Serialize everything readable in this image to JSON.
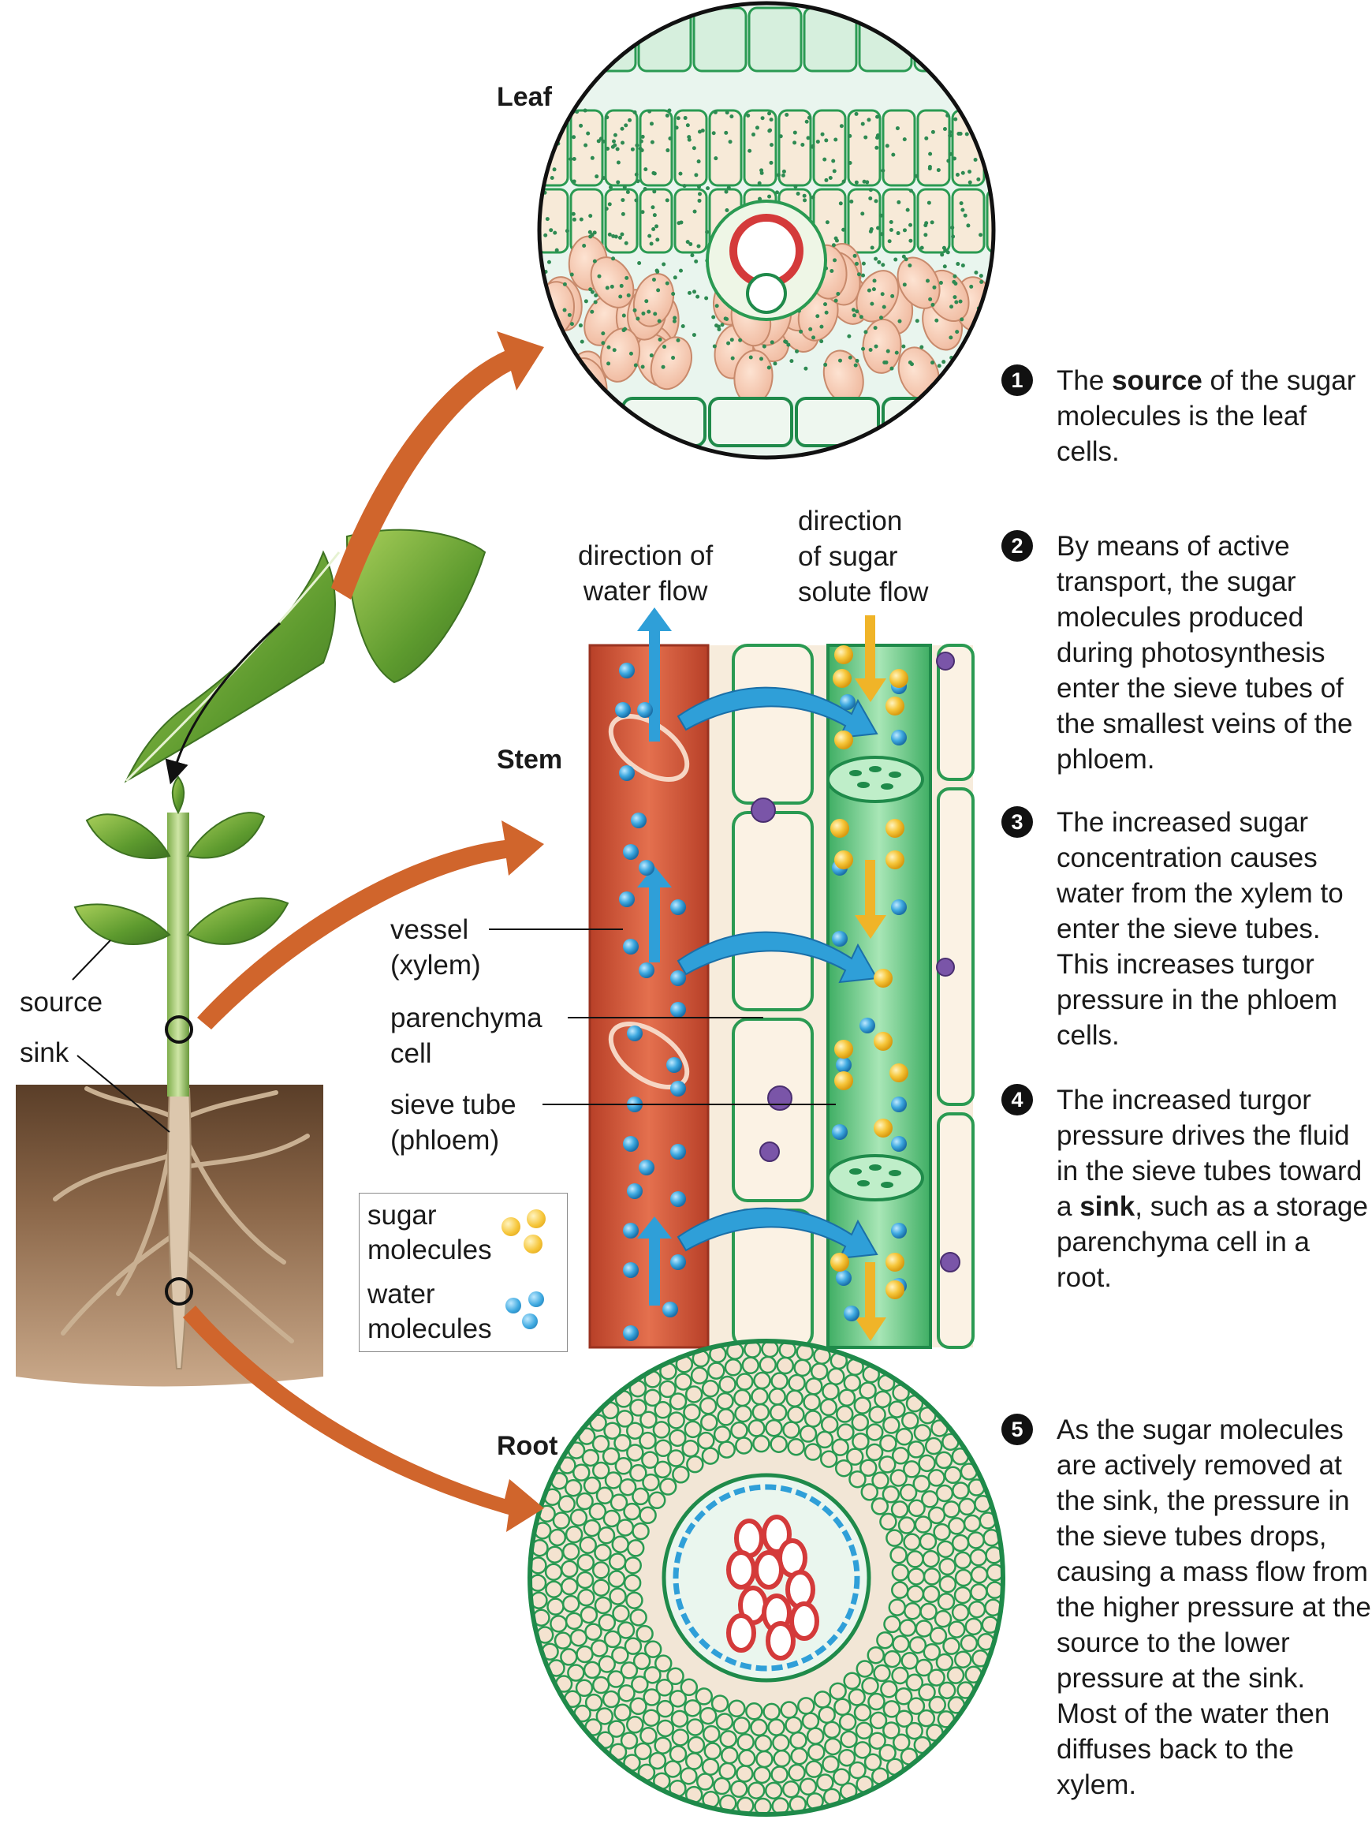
{
  "labels": {
    "leaf": "Leaf",
    "stem": "Stem",
    "root": "Root",
    "source": "source",
    "sink": "sink",
    "water_flow": [
      "direction of",
      "water flow"
    ],
    "sugar_flow": [
      "direction",
      "of sugar",
      "solute flow"
    ],
    "vessel": [
      "vessel",
      "(xylem)"
    ],
    "parenchyma": [
      "parenchyma",
      "cell"
    ],
    "sieve_tube": [
      "sieve tube",
      "(phloem)"
    ]
  },
  "key": {
    "sugar": [
      "sugar",
      "molecules"
    ],
    "water": [
      "water",
      "molecules"
    ]
  },
  "steps": [
    {
      "num": "1",
      "pre": "The ",
      "bold": "source",
      "post": " of the sugar molecules is the leaf cells."
    },
    {
      "num": "2",
      "pre": "By means of active transport, the sugar molecules produced during photosynthesis enter the sieve tubes of the smallest veins of the phloem.",
      "bold": "",
      "post": ""
    },
    {
      "num": "3",
      "pre": "The increased sugar concentration causes water from the xylem to enter the sieve tubes. This increases turgor pressure in the phloem cells.",
      "bold": "",
      "post": ""
    },
    {
      "num": "4",
      "pre": "The increased turgor pressure drives the fluid in the sieve tubes toward a ",
      "bold": "sink",
      "post": ", such as a storage parenchyma cell in a root."
    },
    {
      "num": "5",
      "pre": "As the sugar molecules are actively removed at the sink, the pressure in the sieve tubes drops, causing a mass flow from the higher pressure at the source to the lower pressure at the sink. Most of the water then diffuses back to the xylem.",
      "bold": "",
      "post": ""
    }
  ],
  "colors": {
    "arrow": "#d0652c",
    "xylem": "#cf5a3a",
    "phloem": "#5cc47c",
    "cell_wall": "#1f8a4a",
    "sugar": "#f4c430",
    "water": "#2f9fd8",
    "parenchyma": "#f8ecdc"
  }
}
